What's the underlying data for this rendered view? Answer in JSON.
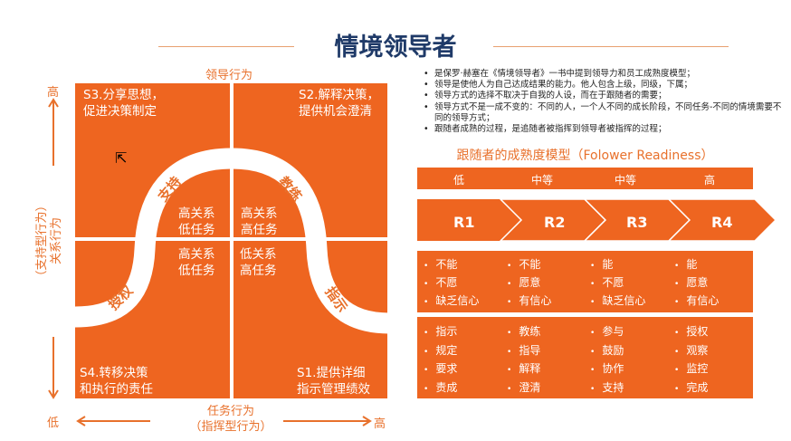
{
  "title": "情境领导者",
  "diagram": {
    "top_label": "领导行为",
    "y_high": "高",
    "y_low": "低",
    "y_axis_label_1": "（支持型行为）",
    "y_axis_label_2": "关系行为",
    "x_axis_label_1": "任务行为",
    "x_axis_label_2": "（指挥型行为）",
    "x_low": "低",
    "x_high": "高",
    "s3": [
      "S3.分享思想，",
      "促进决策制定"
    ],
    "s2": [
      "S2.解释决策，",
      "提供机会澄清"
    ],
    "s4": [
      "S4.转移决策",
      "和执行的责任"
    ],
    "s1": [
      "S1.提供详细",
      "指示管理绩效"
    ],
    "inner_tl": [
      "高关系",
      "低任务"
    ],
    "inner_tr": [
      "高关系",
      "高任务"
    ],
    "inner_bl": [
      "高关系",
      "低任务"
    ],
    "inner_br": [
      "低关系",
      "高任务"
    ],
    "curve_labels": {
      "support": "支持",
      "coach": "教练",
      "delegate": "授权",
      "direct": "指示"
    },
    "color": "#ee6520"
  },
  "bullets": [
    "是保罗·赫塞在《情境领导者》一书中提到领导力和员工成熟度模型；",
    "领导是使他人为自己达成结果的能力。他人包含上级，同级，下属；",
    "领导方式的选择不取决于自我的人设，而在于跟随者的需要；",
    "领导方式不是一成不变的：不同的人，一个人不同的成长阶段，不同任务-不同的情境需要不同的领导方式；",
    "跟随者成熟的过程，是追随者被指挥到领导者被指挥的过程；"
  ],
  "model": {
    "title": "跟随者的成熟度模型（Folower Readiness）",
    "levels": [
      "低",
      "中等",
      "中等",
      "高"
    ],
    "stages": [
      "R1",
      "R2",
      "R3",
      "R4"
    ],
    "traits": [
      [
        "不能",
        "不愿",
        "缺乏信心"
      ],
      [
        "不能",
        "愿意",
        "有信心"
      ],
      [
        "能",
        "不愿",
        "缺乏信心"
      ],
      [
        "能",
        "愿意",
        "有信心"
      ]
    ],
    "actions": [
      [
        "指示",
        "规定",
        "要求",
        "责成"
      ],
      [
        "教练",
        "指导",
        "解释",
        "澄清"
      ],
      [
        "参与",
        "鼓励",
        "协作",
        "支持"
      ],
      [
        "授权",
        "观察",
        "监控",
        "完成"
      ]
    ]
  }
}
